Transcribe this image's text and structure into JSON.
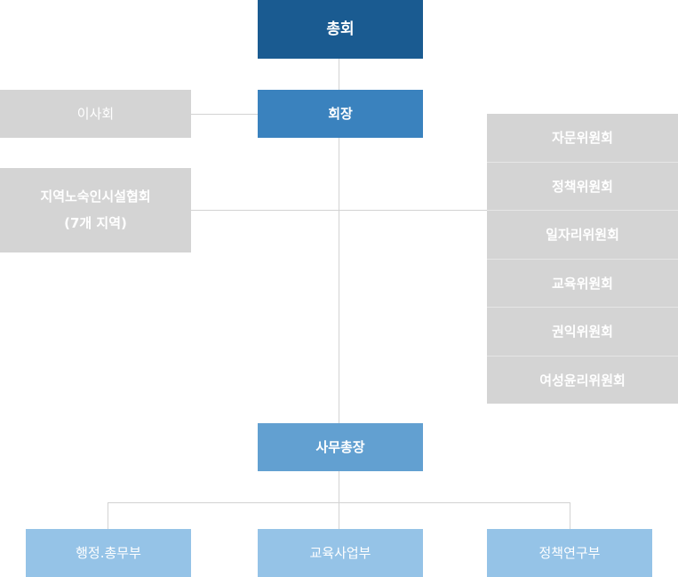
{
  "chart": {
    "general_assembly": "총회",
    "chairman": "회장",
    "board": "이사회",
    "regional_association": {
      "line1": "지역노숙인시설협회",
      "line2": "(7개 지역)"
    },
    "committees": [
      "자문위원회",
      "정책위원회",
      "일자리위원회",
      "교육위원회",
      "권익위원회",
      "여성윤리위원회"
    ],
    "secretary_general": "사무총장",
    "departments": [
      "행정.총무부",
      "교육사업부",
      "정책연구부"
    ]
  },
  "colors": {
    "top": "#1a5b91",
    "chair": "#3a82be",
    "secretary": "#62a0d1",
    "department": "#95c3e7",
    "gray": "#d4d4d4",
    "connector": "#d2d2d2"
  }
}
